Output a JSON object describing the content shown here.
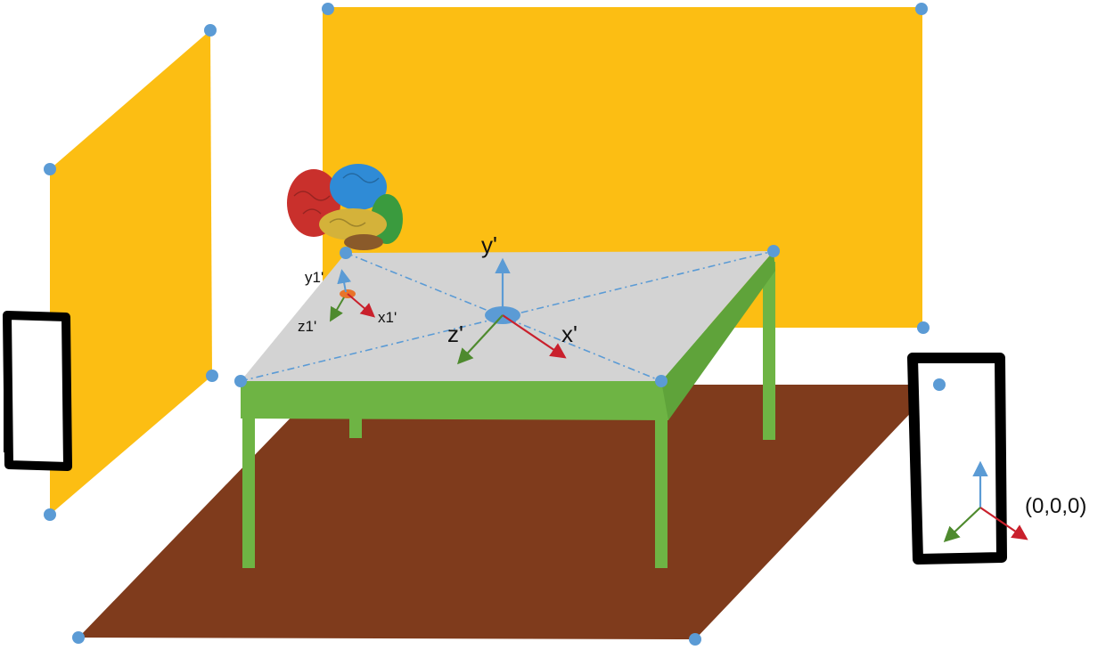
{
  "diagram": {
    "labels": {
      "table_y": "y'",
      "table_x": "x'",
      "table_z": "z'",
      "brain_y": "y1'",
      "brain_x": "x1'",
      "brain_z": "z1'",
      "origin": "(0,0,0)"
    },
    "colors": {
      "wall": "#FCBE13",
      "floor": "#7F3B1C",
      "table_frame": "#6EB444",
      "table_top": "#D3D3D3",
      "corner_marker": "#5B9BD5",
      "axis_x": "#C9202C",
      "axis_y": "#5B9BD5",
      "axis_z": "#4E8A2E",
      "phone_frame": "#000000"
    },
    "icons": {
      "brain": "brain-icon",
      "phone_left": "smartphone-icon",
      "phone_right": "smartphone-icon"
    }
  }
}
